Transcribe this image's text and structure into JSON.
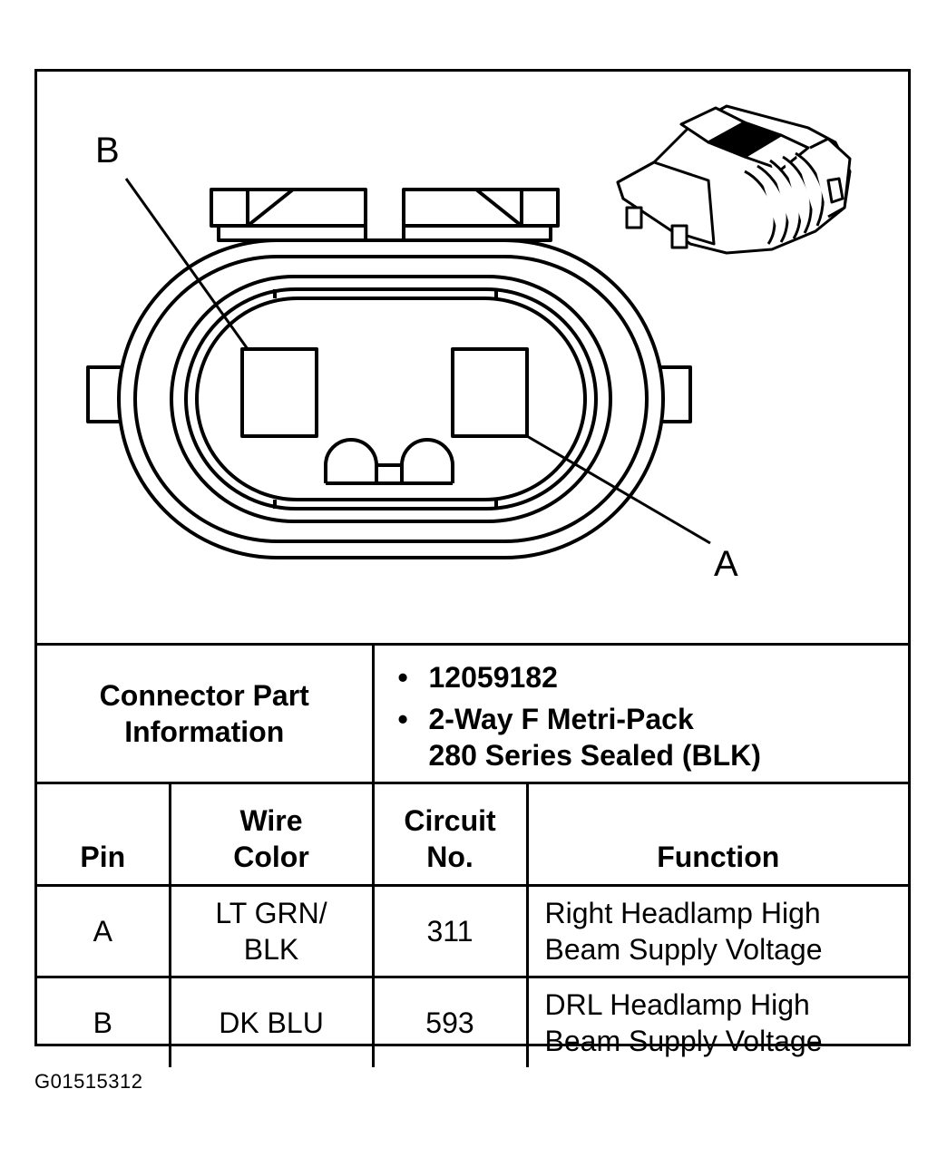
{
  "diagram": {
    "callouts": {
      "b_label": "B",
      "a_label": "A"
    },
    "line_color": "#000000",
    "background": "#ffffff"
  },
  "connector_part": {
    "label_line1": "Connector Part",
    "label_line2": "Information",
    "items": [
      "12059182",
      "2-Way F Metri-Pack",
      "280 Series Sealed (BLK)"
    ]
  },
  "pin_table": {
    "headers": {
      "pin": "Pin",
      "wire_color_line1": "Wire",
      "wire_color_line2": "Color",
      "circuit_line1": "Circuit",
      "circuit_line2": "No.",
      "function": "Function"
    },
    "rows": [
      {
        "pin": "A",
        "wire_line1": "LT GRN/",
        "wire_line2": "BLK",
        "circuit": "311",
        "function_line1": "Right Headlamp High",
        "function_line2": "Beam Supply Voltage"
      },
      {
        "pin": "B",
        "wire_line1": "DK BLU",
        "wire_line2": "",
        "circuit": "593",
        "function_line1": "DRL Headlamp High",
        "function_line2": "Beam Supply Voltage"
      }
    ]
  },
  "figure_code": "G01515312"
}
